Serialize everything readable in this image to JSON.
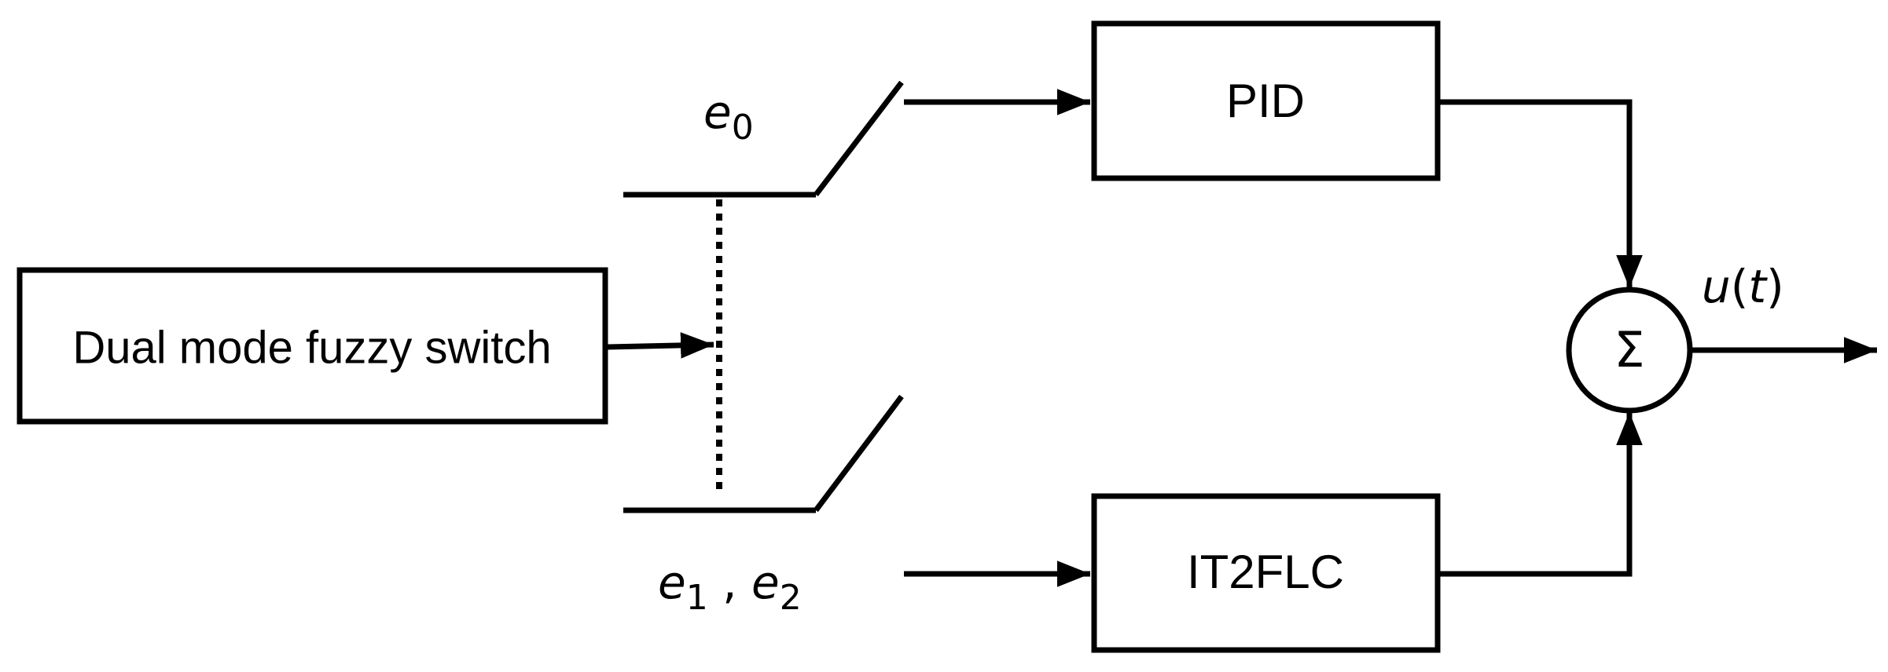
{
  "blocks": {
    "switch_block": "Dual mode fuzzy switch",
    "pid": "PID",
    "it2flc": "IT2FLC",
    "sum_symbol": "Σ"
  },
  "signals": {
    "e0": {
      "base": "e",
      "sub": "0"
    },
    "e1e2": {
      "base1": "e",
      "sub1": "1",
      "sep": " , ",
      "base2": "e",
      "sub2": "2"
    },
    "output": {
      "fn": "u",
      "open": "(",
      "arg": "t",
      "close": ")"
    }
  },
  "colors": {
    "stroke": "#000000",
    "background": "#ffffff"
  }
}
